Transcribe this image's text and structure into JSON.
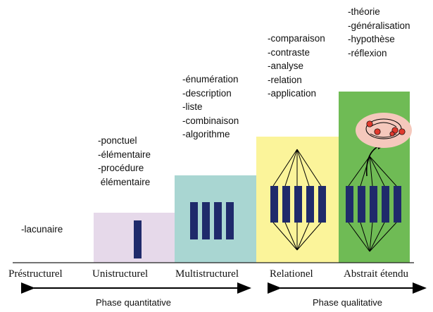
{
  "colors": {
    "unistructurel": "#e6d9ea",
    "multistructurel": "#a9d6d2",
    "relationel": "#fbf49a",
    "abstrait": "#6fbb55",
    "bar": "#1f2a6b",
    "bubble": "#f5c8bc",
    "dot": "#e03a2e"
  },
  "stages": [
    {
      "label": "Préstructurel",
      "items": [
        "-lacunaire"
      ]
    },
    {
      "label": "Unistructurel",
      "items": [
        "-ponctuel",
        "-élémentaire",
        "-procédure",
        " élémentaire"
      ]
    },
    {
      "label": "Multistructurel",
      "items": [
        "-énumération",
        "-description",
        "-liste",
        "-combinaison",
        "-algorithme"
      ]
    },
    {
      "label": "Relationel",
      "items": [
        "-comparaison",
        "-contraste",
        "-analyse",
        "-relation",
        "-application"
      ]
    },
    {
      "label": "Abstrait étendu",
      "items": [
        "-théorie",
        "-généralisation",
        "-hypothèse",
        "-réflexion"
      ]
    }
  ],
  "phases": [
    "Phase quantitative",
    "Phase qualitative"
  ]
}
